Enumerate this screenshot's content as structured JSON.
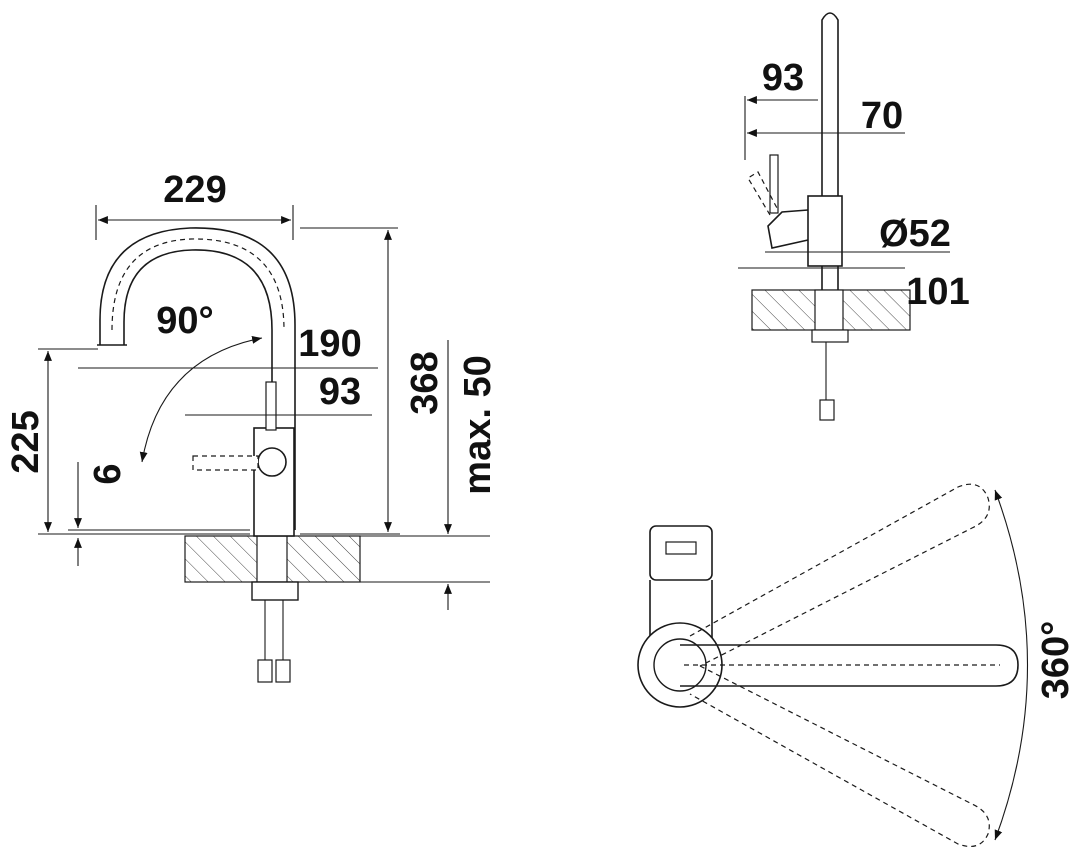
{
  "dimensions": {
    "spout_reach": "229",
    "spout_rotation_angle": "90°",
    "spout_height": "190",
    "lever_offset": "93",
    "overall_height": "368",
    "max_deck_thickness": "max. 50",
    "outlet_height": "225",
    "small_gap": "6"
  },
  "side_view": {
    "handle_clearance": "93",
    "body_offset": "70",
    "body_diameter": "Ø52",
    "base_width": "101"
  },
  "top_view": {
    "rotation_angle": "360°"
  }
}
